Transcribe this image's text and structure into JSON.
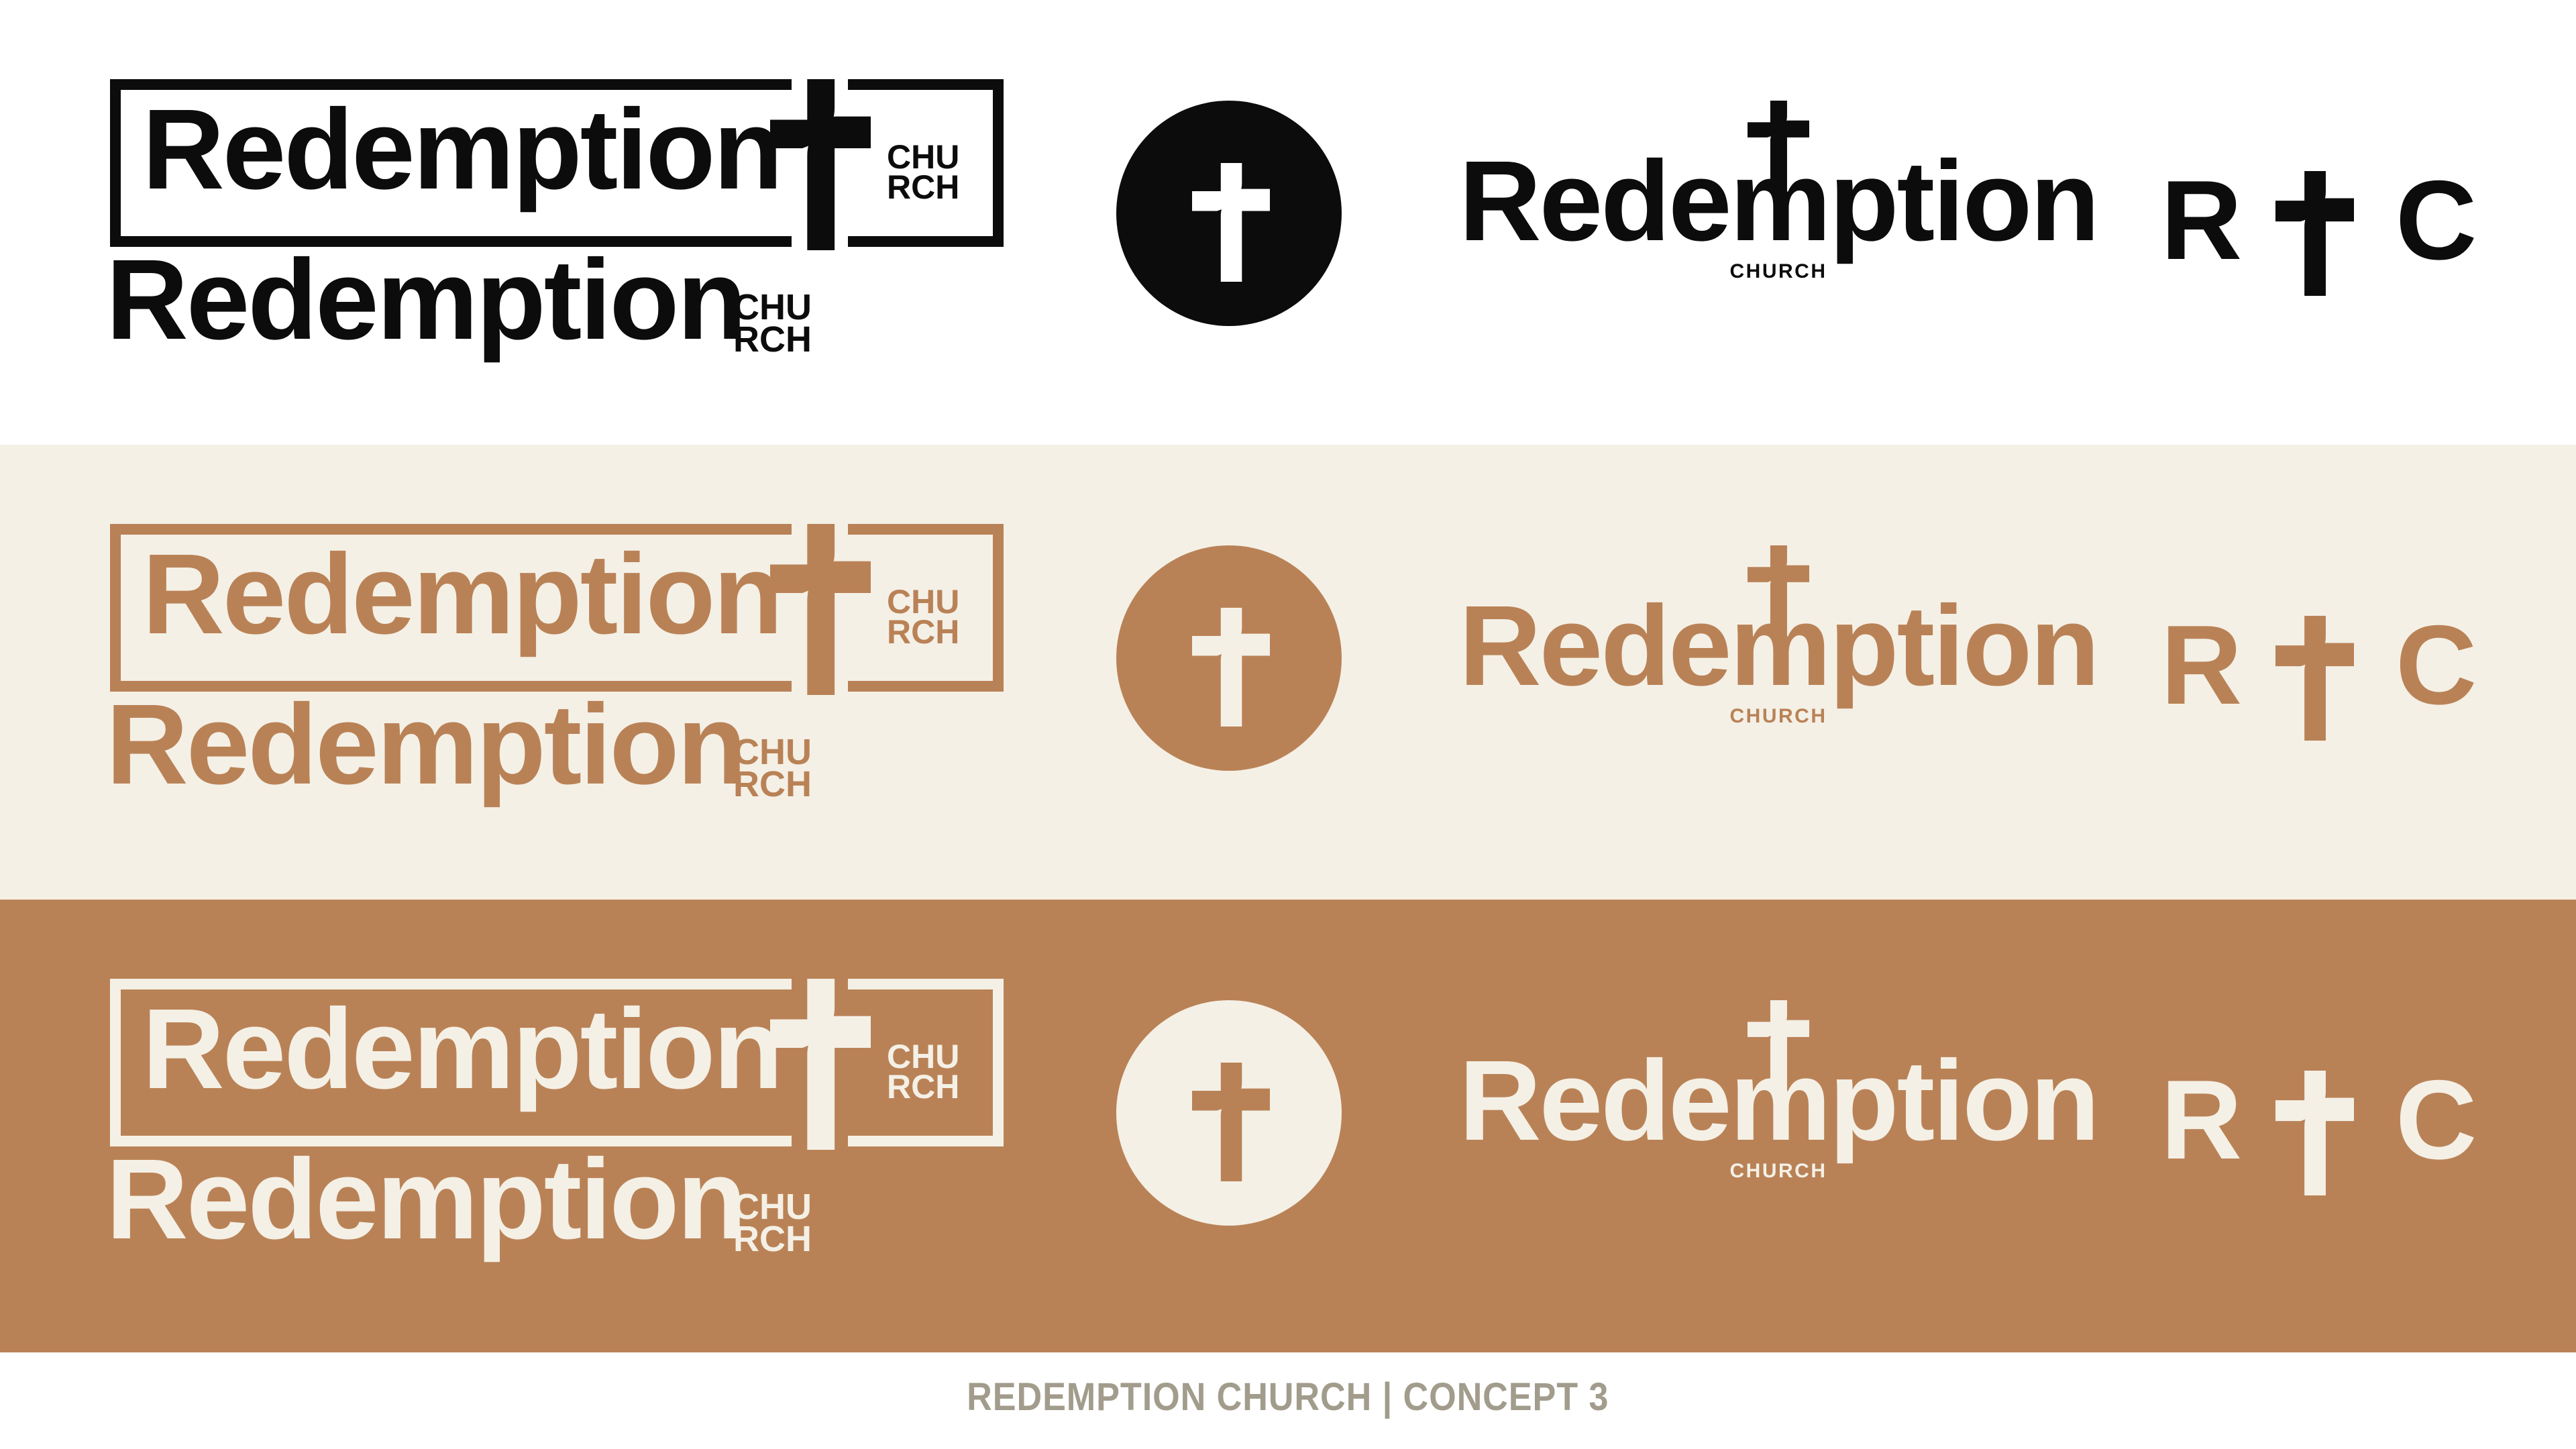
{
  "brand": {
    "wordmark": "Redemption",
    "church": "CHURCH",
    "church_line1": "CHU",
    "church_line2": "RCH"
  },
  "monogram": {
    "left": "R",
    "right": "C"
  },
  "icons": {
    "cross": "two-piece-curved-cross-icon",
    "badge": "circle-cross-badge"
  },
  "colors": {
    "black": "#0c0c0c",
    "white": "#ffffff",
    "cream": "#f4f0e6",
    "tan": "#b98256",
    "caption_text": "#a29c8c"
  },
  "bands": [
    {
      "label": "black-on-white",
      "bg": "#ffffff",
      "fg": "#0c0c0c",
      "badge_fill": "#0c0c0c",
      "badge_cross": "#ffffff"
    },
    {
      "label": "tan-on-cream",
      "bg": "#f4f0e6",
      "fg": "#b98256",
      "badge_fill": "#b98256",
      "badge_cross": "#f4f0e6"
    },
    {
      "label": "cream-on-tan",
      "bg": "#b98256",
      "fg": "#f4f0e6",
      "badge_fill": "#f4f0e6",
      "badge_cross": "#b98256"
    }
  ],
  "footer": {
    "caption": "REDEMPTION CHURCH | CONCEPT 3",
    "color": "#a29c8c"
  }
}
